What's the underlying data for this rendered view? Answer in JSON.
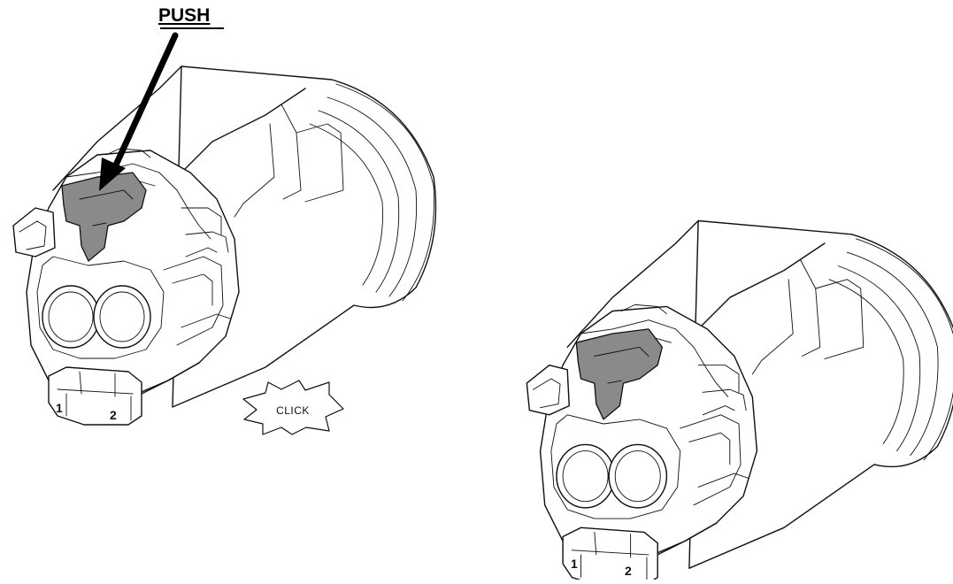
{
  "labels": {
    "push": "PUSH",
    "click": "CLICK"
  },
  "connector_left": {
    "pin_labels": [
      "1",
      "2"
    ]
  },
  "connector_right": {
    "pin_labels": [
      "1",
      "2"
    ]
  },
  "colors": {
    "line": "#111111",
    "latch_highlight": "#8a8a8a",
    "background": "#ffffff"
  },
  "icons": {
    "arrow": "push-arrow-icon",
    "burst": "click-burst-icon"
  }
}
